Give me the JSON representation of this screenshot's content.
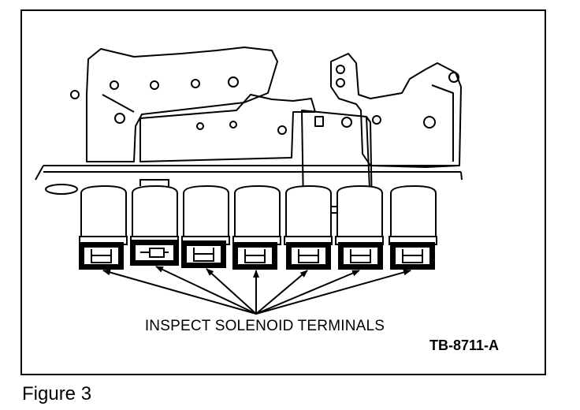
{
  "callout_label": "INSPECT SOLENOID TERMINALS",
  "figure_code": "TB-8711-A",
  "caption": "Figure 3",
  "solenoids": [
    {
      "id": 1,
      "connector": "flat"
    },
    {
      "id": 2,
      "connector": "center-tab"
    },
    {
      "id": 3,
      "connector": "flat"
    },
    {
      "id": 4,
      "connector": "flat"
    },
    {
      "id": 5,
      "connector": "flat"
    },
    {
      "id": 6,
      "connector": "flat"
    },
    {
      "id": 7,
      "connector": "flat"
    }
  ],
  "colors": {
    "line": "#000000",
    "background": "#ffffff"
  }
}
